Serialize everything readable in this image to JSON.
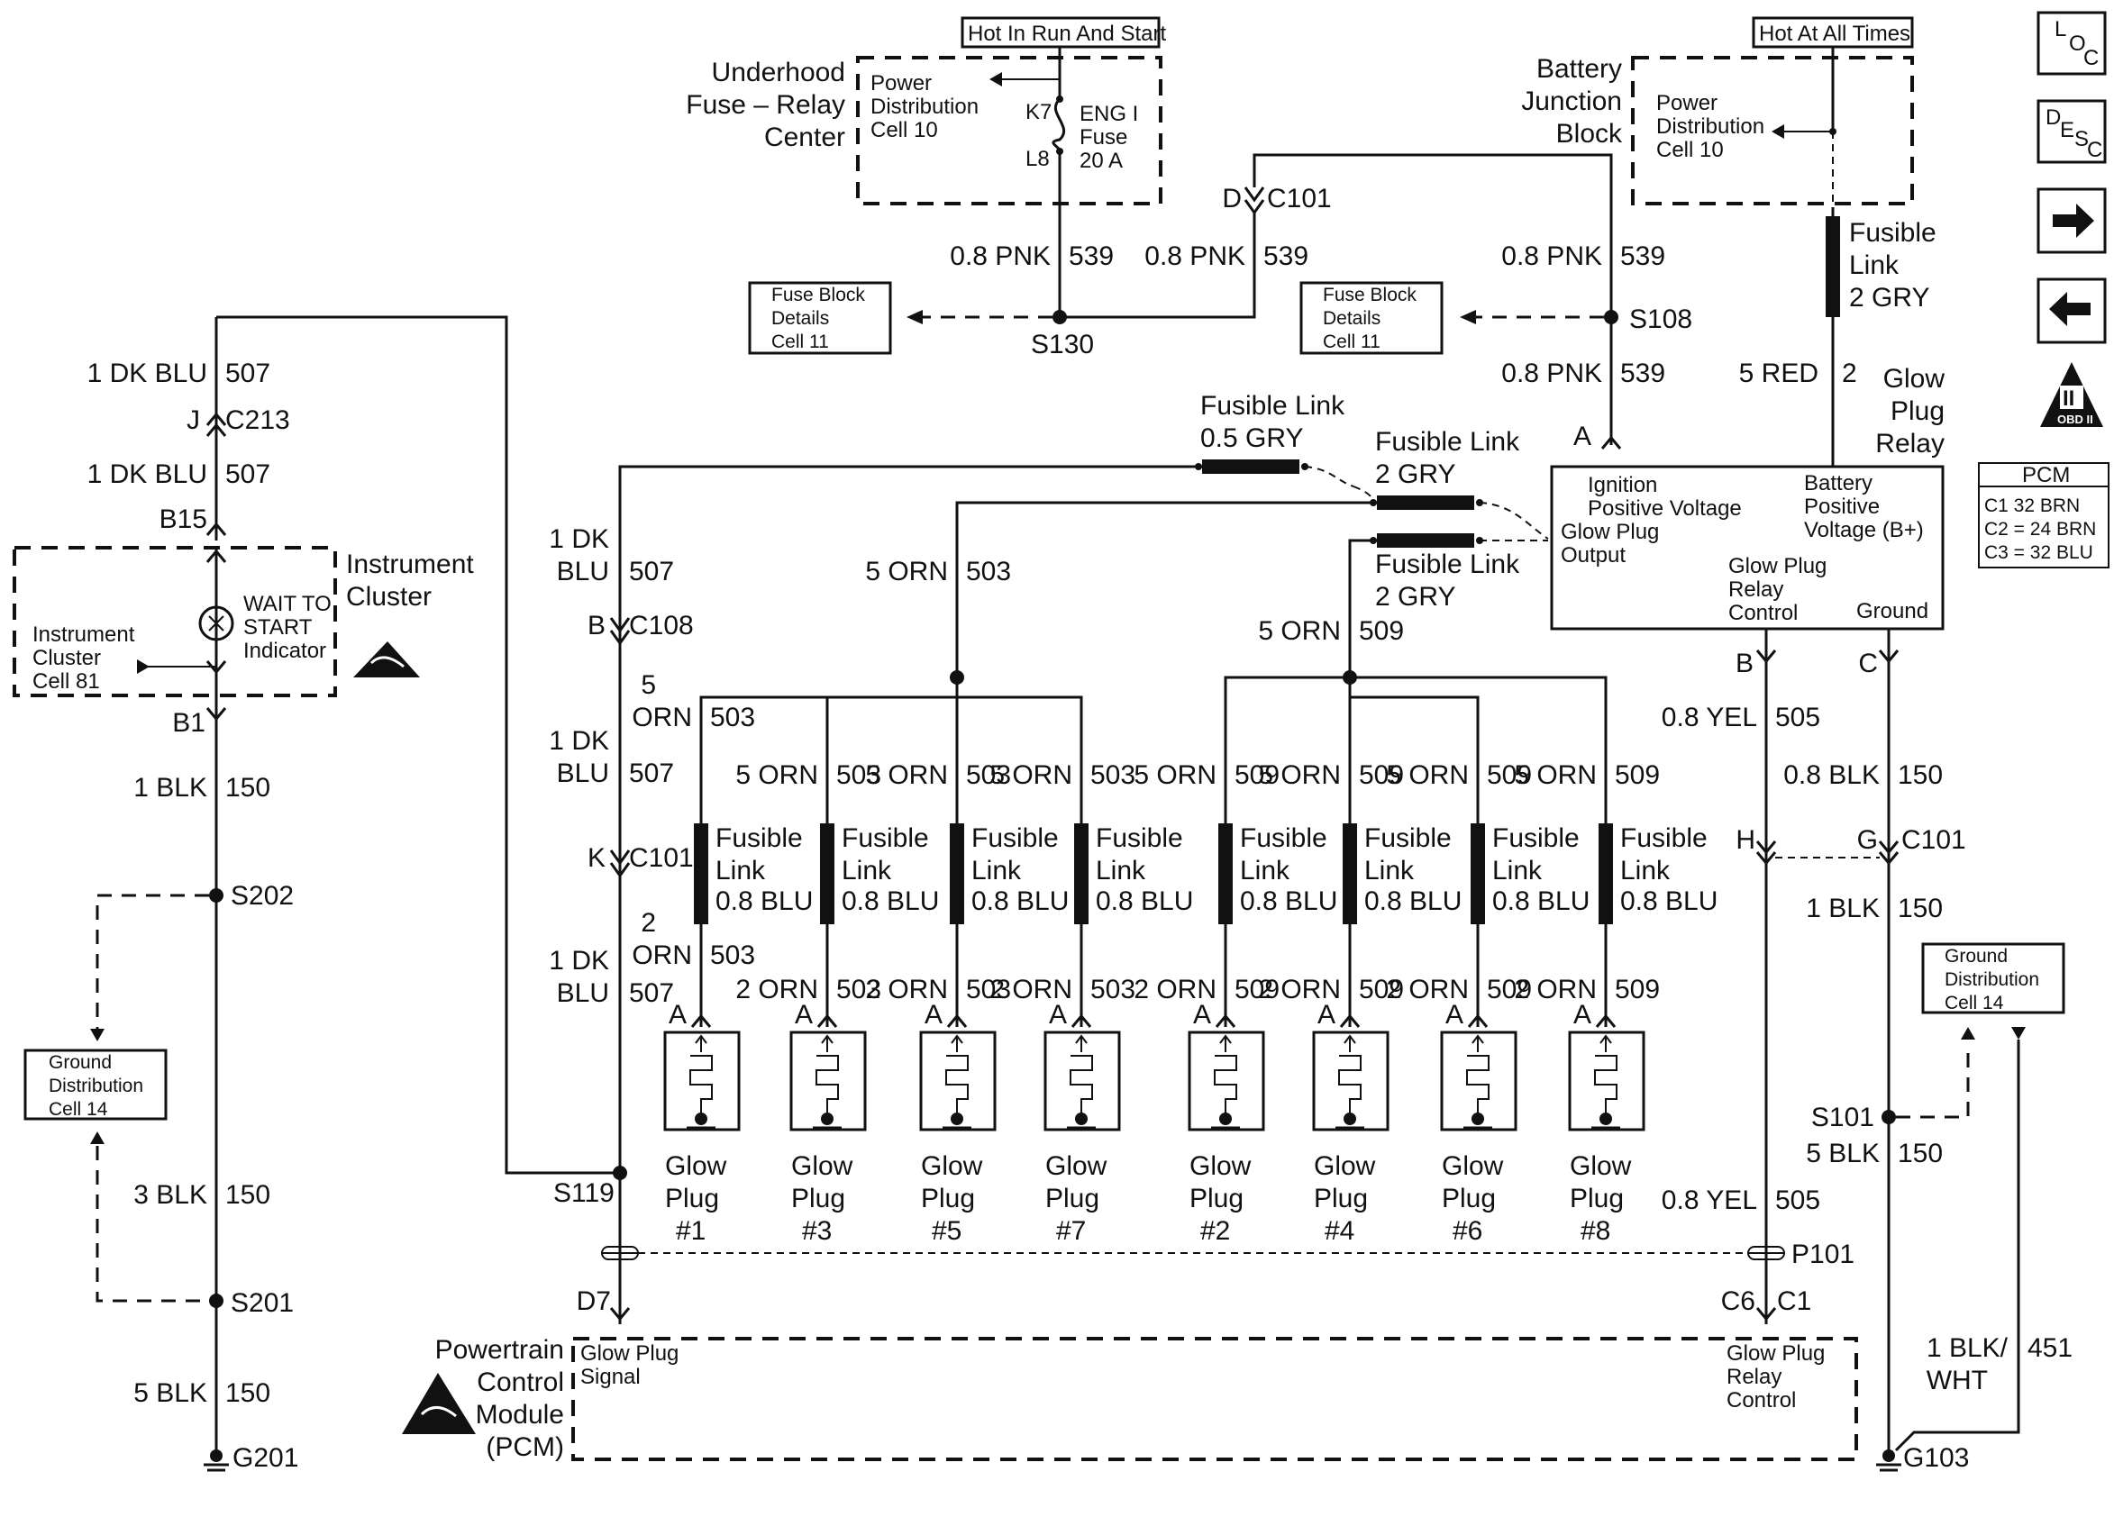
{
  "header": {
    "hot_run_start": "Hot In Run And Start",
    "hot_all_times": "Hot At All Times"
  },
  "nav_icons": {
    "loc": [
      "L",
      "O",
      "C"
    ],
    "desc": [
      "D",
      "E",
      "S",
      "C"
    ],
    "obd": "OBD II",
    "obd_roman": "II"
  },
  "pcm_table": {
    "title": "PCM",
    "rows": [
      "C1    32 BRN",
      "C2 = 24 BRN",
      "C3 = 32 BLU"
    ]
  },
  "underhood": {
    "title": [
      "Underhood",
      "Fuse – Relay",
      "Center"
    ],
    "cell": [
      "Power",
      "Distribution",
      "Cell 10"
    ],
    "k7": "K7",
    "l8": "L8",
    "fuse": [
      "ENG I",
      "Fuse",
      "20 A"
    ]
  },
  "battery_junction": {
    "title": [
      "Battery",
      "Junction",
      "Block"
    ],
    "cell": [
      "Power",
      "Distribution",
      "Cell 10"
    ]
  },
  "fuse_block_details": [
    "Fuse Block",
    "Details",
    "Cell 11"
  ],
  "wires": {
    "pnk1_a": "0.8 PNK",
    "pnk1_b": "539",
    "pnk2_a": "0.8 PNK",
    "pnk2_b": "539",
    "pnk3_a": "0.8 PNK",
    "pnk3_b": "539",
    "pnk4_a": "0.8 PNK",
    "pnk4_b": "539",
    "red_a": "5 RED",
    "red_b": "2",
    "blu1_a": "1 DK BLU",
    "blu1_b": "507",
    "blu2_a": "1 DK BLU",
    "blu2_b": "507",
    "blu3_a": "1 DK",
    "blu3_c": "BLU",
    "blu3_b": "507",
    "blu4_a": "1 DK",
    "blu4_c": "BLU",
    "blu4_b": "507",
    "blu5_a": "1 DK",
    "blu5_c": "BLU",
    "blu5_b": "507",
    "blk1_a": "1 BLK",
    "blk1_b": "150",
    "blk3_a": "3 BLK",
    "blk3_b": "150",
    "blk5_a": "5 BLK",
    "blk5_b": "150",
    "orn503_main_a": "5 ORN",
    "orn503_main_b": "503",
    "orn509_main_a": "5 ORN",
    "orn509_main_b": "509",
    "yel1_a": "0.8 YEL",
    "yel1_b": "505",
    "yel2_a": "0.8 YEL",
    "yel2_b": "505",
    "blkr1_a": "0.8 BLK",
    "blkr1_b": "150",
    "blkr2_a": "1 BLK",
    "blkr2_b": "150",
    "blkr3_a": "5 BLK",
    "blkr3_b": "150",
    "blkwht_a": "1 BLK/",
    "blkwht_c": "WHT",
    "blkwht_b": "451"
  },
  "connectors": {
    "d_c101": [
      "D",
      "C101"
    ],
    "s130": "S130",
    "s108": "S108",
    "a_relay": "A",
    "j_c213": [
      "J",
      "C213"
    ],
    "b15": "B15",
    "b1": "B1",
    "s202": "S202",
    "s201": "S201",
    "g201": "G201",
    "b_c108": [
      "B",
      "C108"
    ],
    "k_c101": [
      "K",
      "C101"
    ],
    "s119": "S119",
    "d7": "D7",
    "b_relay": "B",
    "c_relay": "C",
    "h_c101": [
      "H",
      "G",
      "C101"
    ],
    "s101": "S101",
    "p101": "P101",
    "c6": "C6",
    "c1": "C1",
    "g103": "G103"
  },
  "fusible_links_top": {
    "f1": [
      "Fusible Link",
      "0.5 GRY"
    ],
    "f2": [
      "Fusible Link",
      "2 GRY"
    ],
    "f3": [
      "Fusible Link",
      "2 GRY"
    ]
  },
  "glow_relay": {
    "title": [
      "Glow",
      "Plug",
      "Relay"
    ],
    "ign": [
      "Ignition",
      "Positive Voltage"
    ],
    "bat": [
      "Battery",
      "Positive",
      "Voltage (B+)"
    ],
    "out": [
      "Glow Plug",
      "Output"
    ],
    "ctrl": [
      "Glow Plug",
      "Relay",
      "Control"
    ],
    "gnd": "Ground"
  },
  "instrument_cluster": {
    "title": [
      "Instrument",
      "Cluster"
    ],
    "cell": [
      "Instrument",
      "Cluster",
      "Cell 81"
    ],
    "indicator": [
      "WAIT TO",
      "START",
      "Indicator"
    ]
  },
  "ground_dist": [
    "Ground",
    "Distribution",
    "Cell 14"
  ],
  "plugs": [
    {
      "top_a": "5",
      "top_c": "ORN",
      "top_b": "503",
      "link": [
        "Fusible",
        "Link",
        "0.8 BLU"
      ],
      "bot_a": "2",
      "bot_c": "ORN",
      "bot_b": "503",
      "conn": "A",
      "name": [
        "Glow",
        "Plug",
        "#1"
      ]
    },
    {
      "top_a": "5 ORN",
      "top_b": "503",
      "link": [
        "Fusible",
        "Link",
        "0.8 BLU"
      ],
      "bot_a": "2 ORN",
      "bot_b": "503",
      "conn": "A",
      "name": [
        "Glow",
        "Plug",
        "#3"
      ]
    },
    {
      "top_a": "5 ORN",
      "top_b": "503",
      "link": [
        "Fusible",
        "Link",
        "0.8 BLU"
      ],
      "bot_a": "2 ORN",
      "bot_b": "503",
      "conn": "A",
      "name": [
        "Glow",
        "Plug",
        "#5"
      ]
    },
    {
      "top_a": "5 ORN",
      "top_b": "503",
      "link": [
        "Fusible",
        "Link",
        "0.8 BLU"
      ],
      "bot_a": "2 ORN",
      "bot_b": "503",
      "conn": "A",
      "name": [
        "Glow",
        "Plug",
        "#7"
      ]
    },
    {
      "top_a": "5 ORN",
      "top_b": "509",
      "link": [
        "Fusible",
        "Link",
        "0.8 BLU"
      ],
      "bot_a": "2 ORN",
      "bot_b": "509",
      "conn": "A",
      "name": [
        "Glow",
        "Plug",
        "#2"
      ]
    },
    {
      "top_a": "5 ORN",
      "top_b": "509",
      "link": [
        "Fusible",
        "Link",
        "0.8 BLU"
      ],
      "bot_a": "2 ORN",
      "bot_b": "509",
      "conn": "A",
      "name": [
        "Glow",
        "Plug",
        "#4"
      ]
    },
    {
      "top_a": "5 ORN",
      "top_b": "509",
      "link": [
        "Fusible",
        "Link",
        "0.8 BLU"
      ],
      "bot_a": "2 ORN",
      "bot_b": "509",
      "conn": "A",
      "name": [
        "Glow",
        "Plug",
        "#6"
      ]
    },
    {
      "top_a": "5 ORN",
      "top_b": "509",
      "link": [
        "Fusible",
        "Link",
        "0.8 BLU"
      ],
      "bot_a": "2 ORN",
      "bot_b": "509",
      "conn": "A",
      "name": [
        "Glow",
        "Plug",
        "#8"
      ]
    }
  ],
  "pcm": {
    "title": [
      "Powertrain",
      "Control",
      "Module",
      "(PCM)"
    ],
    "sig": [
      "Glow Plug",
      "Signal"
    ],
    "ctrl": [
      "Glow Plug",
      "Relay",
      "Control"
    ]
  }
}
